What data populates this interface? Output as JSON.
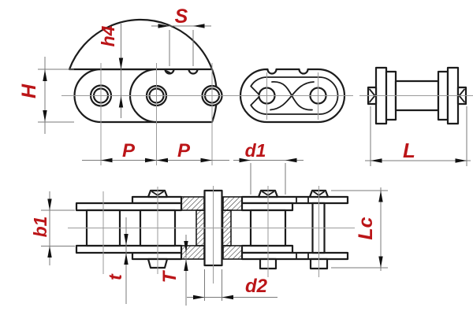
{
  "drawing_title": "roller-chain-dimension-drawing",
  "colors": {
    "label_red": "#bb1518",
    "main_line": "#1c1c1c",
    "dimension_line": "#7a7a7a",
    "centerline": "#9a9a9a",
    "background": "#ffffff"
  },
  "dim_labels": {
    "H": "H",
    "h4": "h4",
    "S": "S",
    "P1": "P",
    "P2": "P",
    "d1": "d1",
    "L": "L",
    "b1": "b1",
    "t": "t",
    "T": "T",
    "d2": "d2",
    "Lc": "Lc"
  }
}
